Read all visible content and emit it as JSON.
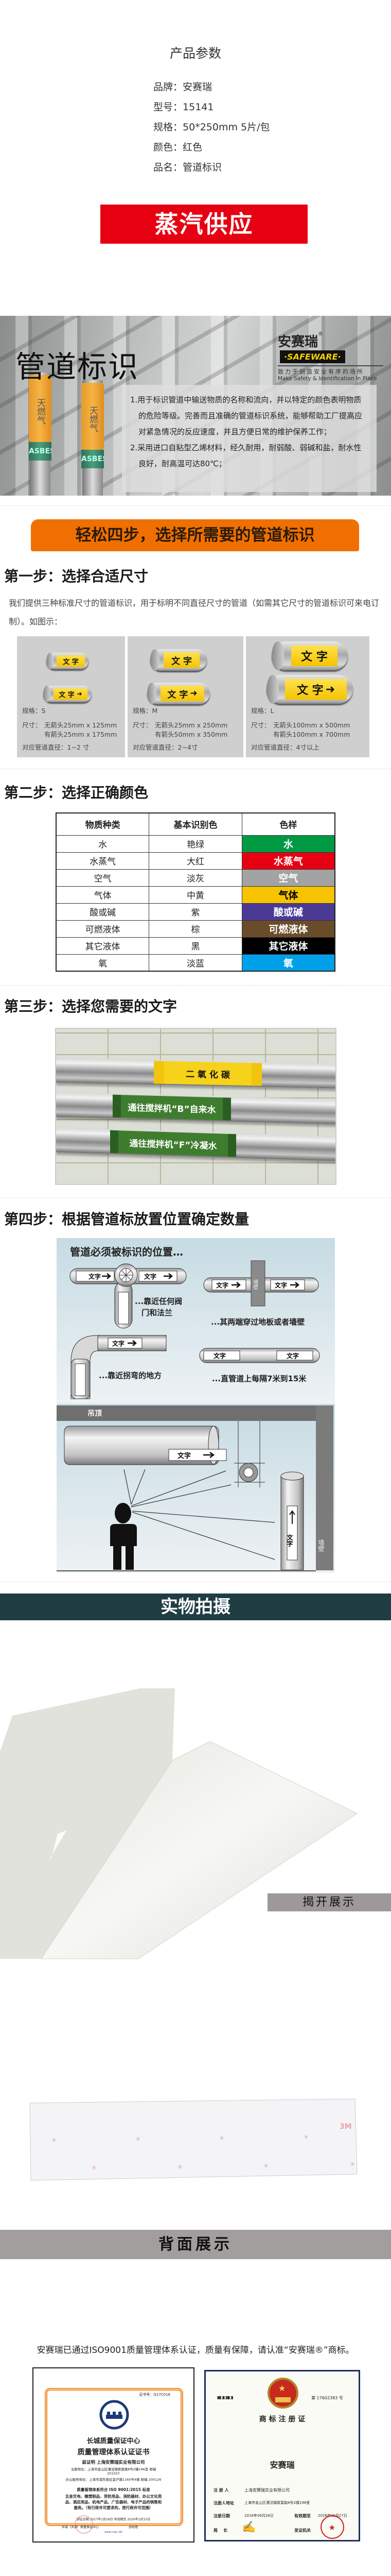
{
  "params": {
    "title": "产品参数",
    "items": [
      {
        "label": "品牌：",
        "value": "安赛瑞"
      },
      {
        "label": "型号：",
        "value": "15141"
      },
      {
        "label": "规格：",
        "value": "50*250mm 5片/包"
      },
      {
        "label": "颜色：",
        "value": "红色"
      },
      {
        "label": "品名：",
        "value": "管道标识"
      }
    ]
  },
  "sample_label": "蒸汽供应",
  "hero": {
    "title": "管道标识",
    "pipe_tag": "天燃气",
    "pipe_band": "ASBESTOS",
    "logo": {
      "cn": "安赛瑞",
      "reg": "®",
      "en": "·SAFEWARE·",
      "tagline": "致力于创造安全有序的场所",
      "tagline_en": "Make Safety & Identification In Place"
    },
    "points": [
      "1.用于标识管道中输送物质的名称和流向，并以特定的颜色表明物质的危险等级。完善而且准确的管道标识系统，能够帮助工厂提高应对紧急情况的反应速度，并且方便日常的维护保养工作；",
      "2.采用进口自粘型乙烯材料，经久耐用，耐弱酸、弱碱和盐，耐水性良好，耐高温可达80℃；"
    ]
  },
  "steps_banner": "轻松四步，选择所需要的管道标识",
  "step1": {
    "heading": "第一步：选择合适尺寸",
    "text": "我们提供三种标准尺寸的管道标识，用于标明不同直径尺寸的管道（如需其它尺寸的管道标识可来电订制）。如图示：",
    "label_text": "文 字",
    "arrow": "➜",
    "sizes": [
      {
        "spec": "规格：S",
        "size_label": "尺寸：",
        "no_arrow": "无箭头25mm x 125mm",
        "with_arrow": "有箭头25mm x 175mm",
        "diameter": "对应管道直径：1~2 寸"
      },
      {
        "spec": "规格：M",
        "size_label": "尺寸：",
        "no_arrow": "无箭头25mm x 250mm",
        "with_arrow": "有箭头50mm x 350mm",
        "diameter": "对应管道直径：2~4寸"
      },
      {
        "spec": "规格：L",
        "size_label": "尺寸：",
        "no_arrow": "无箭头100mm x 500mm",
        "with_arrow": "有箭头100mm x 700mm",
        "diameter": "对应管道直径：4寸以上"
      }
    ]
  },
  "step2": {
    "heading": "第二步：选择正确颜色",
    "columns": [
      "物质种类",
      "基本识别色",
      "色样"
    ],
    "rows": [
      {
        "type": "水",
        "color_name": "艳绿",
        "sample": "水",
        "bg": "#009944",
        "fg": "#ffffff"
      },
      {
        "type": "水蒸气",
        "color_name": "大红",
        "sample": "水蒸气",
        "bg": "#e60012",
        "fg": "#ffffff"
      },
      {
        "type": "空气",
        "color_name": "淡灰",
        "sample": "空气",
        "bg": "#a3a3a3",
        "fg": "#ffffff"
      },
      {
        "type": "气体",
        "color_name": "中黄",
        "sample": "气体",
        "bg": "#f7c300",
        "fg": "#000000"
      },
      {
        "type": "酸或碱",
        "color_name": "紫",
        "sample": "酸或碱",
        "bg": "#4a3a95",
        "fg": "#ffffff"
      },
      {
        "type": "可燃液体",
        "color_name": "棕",
        "sample": "可燃液体",
        "bg": "#6a4c2a",
        "fg": "#ffffff"
      },
      {
        "type": "其它液体",
        "color_name": "黑",
        "sample": "其它液体",
        "bg": "#000000",
        "fg": "#ffffff"
      },
      {
        "type": "氧",
        "color_name": "淡蓝",
        "sample": "氧",
        "bg": "#00a0e9",
        "fg": "#ffffff"
      }
    ]
  },
  "step3": {
    "heading": "第三步：选择您需要的文字",
    "labels": [
      "二 氧 化 碳",
      "通往搅拌机“B”自来水",
      "通往搅拌机“F”冷凝水"
    ],
    "arrows": "→ → →"
  },
  "step4": {
    "heading": "第四步：根据管道标放置位置确定数量",
    "diagram_title": "管道必须被标识的位置…",
    "label_text": "文字",
    "wall": "墙壁",
    "ceiling": "吊顶",
    "notes": {
      "valve_1": "...靠近任何阀",
      "valve_2": "门和法兰",
      "through": "...其两端穿过地板或者墙壁",
      "bend": "...靠近拐弯的地方",
      "straight": "...直管道上每隔7米到15米"
    }
  },
  "photos": {
    "banner": "实物拍摄",
    "peel_label": "揭开展示",
    "back_label": "背面展示"
  },
  "certs": {
    "note": "安赛瑞已通过ISO9001质量管理体系认证，质量有保障，请认准“安赛瑞®”商标。",
    "iso": {
      "cert_no": "证书号：Q17C018",
      "org": "长城质量保证中心",
      "title": "质量管理体系认证证书",
      "company": "兹证明 上海安赛瑞实业有限公司",
      "reg_addr": "注册地址：上海市金山区漕泾镇致富路8号2幢196室 邮编 201507",
      "office_addr": "办公服务地址：上海市浦东新区金沪路1160号4楼 邮编 200126",
      "standard": "质量管理体系符合 ISO 9001:2015 标准",
      "scope": "五金交电、橡塑制品、劳防用品、消防器材、办公文化用品、酒店用品、机电产品、广告器材、电子产品的销售和服务。（有行政许可要求的，按行政许可范围）",
      "dates": "颁证日期 2017年1月16日   有效期至 2020年1月15日",
      "issuer": "长城（天津）质量保证中心",
      "gm": "总经理",
      "website": "www.ccgc.net"
    },
    "trademark": {
      "number": "第 17602383 号",
      "title": "商 标 注 册 证",
      "mark": "安赛瑞",
      "registrant_label": "注 册 人",
      "registrant": "上海安赛瑞实业有限公司",
      "address_label": "注册人地址",
      "address": "上海市金山区漕泾镇致富路8号2幢196室",
      "date_label": "注册日期",
      "date": "2016年09月28日",
      "valid_label": "有效期至",
      "valid": "2026年09月27日",
      "director_label": "局    长",
      "issuer_label": "发证机关",
      "seal": "中华人民共和国国家工商行政管理总局商标局"
    }
  }
}
